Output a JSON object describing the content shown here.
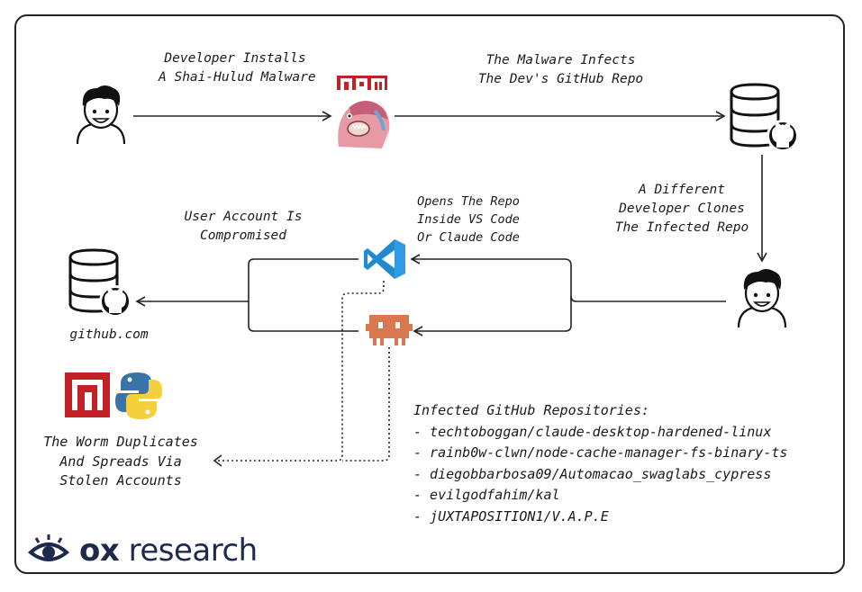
{
  "labels": {
    "installs": [
      "Developer Installs",
      "A Shai-Hulud Malware"
    ],
    "infects": [
      "The Malware Infects",
      "The Dev's GitHub Repo"
    ],
    "clones": [
      "A Different",
      "Developer Clones",
      "The Infected Repo"
    ],
    "opens": [
      "Opens The Repo",
      "Inside VS Code",
      "Or Claude Code"
    ],
    "compromised": [
      "User Account Is",
      "Compromised"
    ],
    "worm": [
      "The Worm Duplicates",
      "And Spreads Via",
      "Stolen Accounts"
    ],
    "github_site": "github.com"
  },
  "icons": {
    "developer_1": "developer-face-icon",
    "npm_logo": "npm",
    "worm_image": "shai-hulud-worm-icon",
    "repo_db": "database-github-icon",
    "developer_2": "developer-face-icon",
    "vscode": "vscode-icon",
    "claude": "claude-code-icon",
    "github_db": "database-github-icon",
    "npm_square": "npm-square-icon",
    "python": "python-icon"
  },
  "repos": {
    "title": "Infected GitHub Repositories:",
    "items": [
      "- techtoboggan/claude-desktop-hardened-linux",
      "- rainb0w-clwn/node-cache-manager-fs-binary-ts",
      "- diegobbarbosa09/Automacao_swaglabs_cypress",
      "- evilgodfahim/kal",
      "- jUXTAPOSITION1/V.A.P.E"
    ]
  },
  "brand": {
    "name_bold": "ox",
    "name_rest": " research"
  },
  "colors": {
    "npm_red": "#c12127",
    "vscode_blue": "#1f8ad2",
    "claude_orange": "#d9774f",
    "python_blue": "#3a73a8",
    "python_yellow": "#f6cf3d",
    "brand_navy": "#1e2a4a"
  }
}
